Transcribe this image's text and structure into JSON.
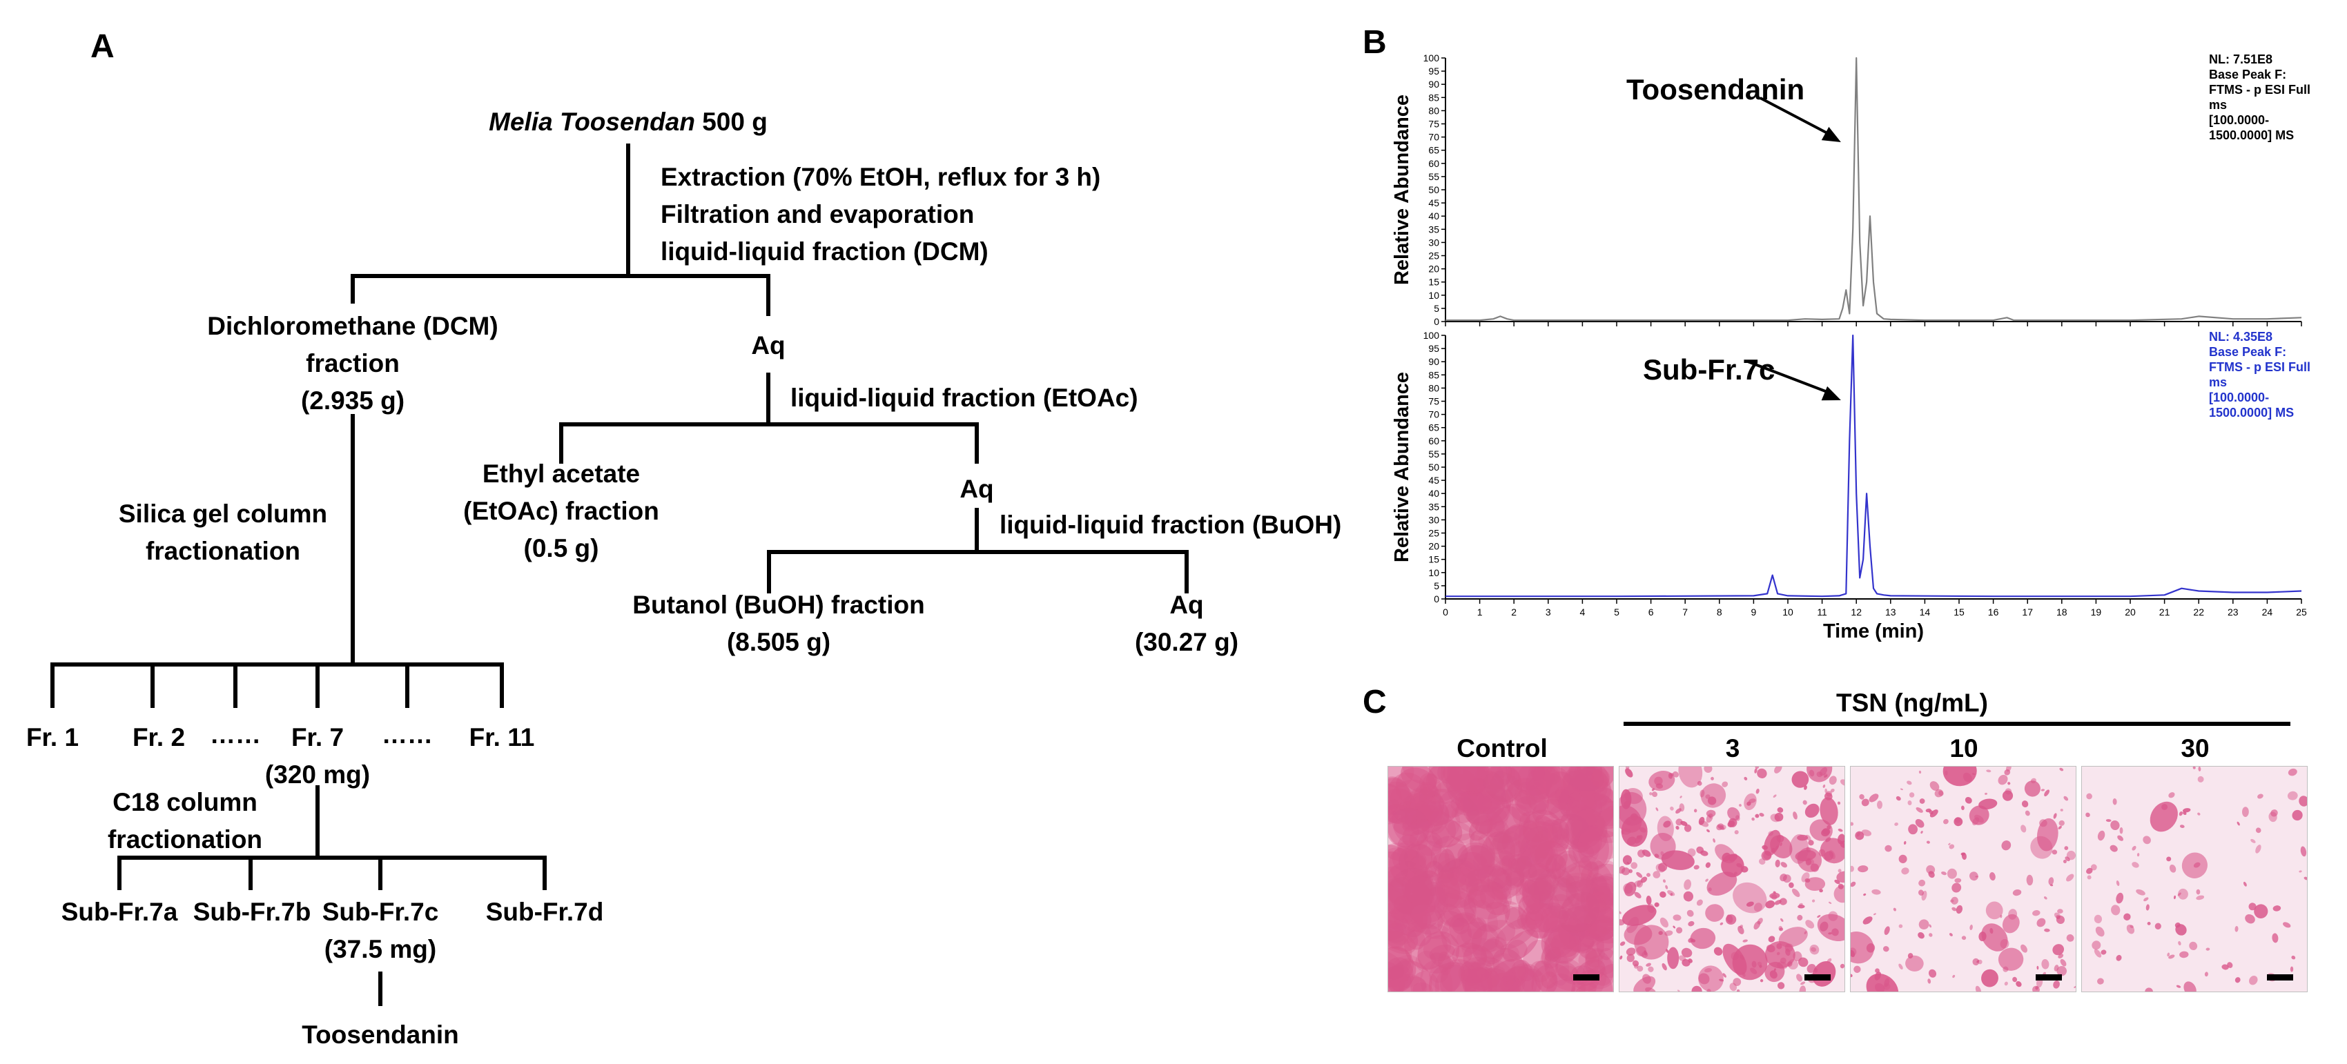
{
  "panel_a": {
    "letter": "A",
    "source_italic": "Melia Toosendan",
    "source_amount": " 500 g",
    "step1": [
      "Extraction (70% EtOH, reflux for 3 h)",
      "Filtration and evaporation",
      "liquid-liquid fraction (DCM)"
    ],
    "dcm_fraction": [
      "Dichloromethane (DCM)",
      "fraction",
      "(2.935 g)"
    ],
    "aq1": "Aq",
    "step_etoac": "liquid-liquid fraction (EtOAc)",
    "etoac_fraction": [
      "Ethyl acetate",
      "(EtOAc) fraction",
      "(0.5 g)"
    ],
    "aq2": "Aq",
    "step_buoh": "liquid-liquid fraction (BuOH)",
    "buoh_fraction": [
      "Butanol (BuOH) fraction",
      "(8.505 g)"
    ],
    "aq3": [
      "Aq",
      "(30.27 g)"
    ],
    "silica_step": [
      "Silica gel column",
      "fractionation"
    ],
    "fractions": [
      "Fr. 1",
      "Fr. 2",
      "……",
      "Fr. 7",
      "……",
      "Fr. 11"
    ],
    "fr7_amount": "(320 mg)",
    "c18_step": [
      "C18 column",
      "fractionation"
    ],
    "subfractions": [
      "Sub-Fr.7a",
      "Sub-Fr.7b",
      "Sub-Fr.7c",
      "Sub-Fr.7d"
    ],
    "subfr7c_amount": "(37.5 mg)",
    "final_product": "Toosendanin"
  },
  "panel_b": {
    "letter": "B",
    "chart_data": {
      "type": "line",
      "xlabel": "Time (min)",
      "ylabel": "Relative Abundance",
      "xlim": [
        0,
        25
      ],
      "ylim": [
        0,
        100
      ],
      "x_ticks": [
        0,
        1,
        2,
        3,
        4,
        5,
        6,
        7,
        8,
        9,
        10,
        11,
        12,
        13,
        14,
        15,
        16,
        17,
        18,
        19,
        20,
        21,
        22,
        23,
        24,
        25
      ],
      "y_ticks": [
        0,
        5,
        10,
        15,
        20,
        25,
        30,
        35,
        40,
        45,
        50,
        55,
        60,
        65,
        70,
        75,
        80,
        85,
        90,
        95,
        100
      ],
      "series": [
        {
          "name": "Toosendanin",
          "color": "#808080",
          "annotation": [
            "NL: 7.51E8",
            "Base Peak F:",
            "FTMS - p ESI Full",
            "ms",
            "[100.0000-",
            "1500.0000]  MS"
          ],
          "x": [
            0,
            1,
            1.4,
            1.6,
            1.8,
            2,
            5,
            10,
            10.5,
            11,
            11.5,
            11.6,
            11.7,
            11.8,
            11.9,
            12.0,
            12.1,
            12.2,
            12.3,
            12.4,
            12.5,
            12.6,
            12.8,
            13,
            14,
            16,
            16.4,
            16.6,
            20,
            21.5,
            22,
            23,
            24,
            25
          ],
          "y": [
            0.5,
            0.5,
            1.0,
            2.0,
            1.0,
            0.5,
            0.5,
            0.5,
            1.0,
            0.8,
            1.0,
            5.0,
            12,
            3,
            35,
            100,
            30,
            6,
            15,
            40,
            15,
            3,
            1,
            0.8,
            0.5,
            0.5,
            1.5,
            0.5,
            0.5,
            1.0,
            2.0,
            1.0,
            1.0,
            1.5
          ]
        },
        {
          "name": "Sub-Fr.7c",
          "color": "#3333cc",
          "annotation": [
            "NL: 4.35E8",
            "Base Peak F:",
            "FTMS - p ESI Full",
            "ms",
            "[100.0000-",
            "1500.0000]  MS"
          ],
          "x": [
            0,
            5,
            9,
            9.4,
            9.55,
            9.7,
            10,
            11,
            11.5,
            11.7,
            11.8,
            11.9,
            12.0,
            12.1,
            12.2,
            12.3,
            12.4,
            12.5,
            12.6,
            12.8,
            13,
            16,
            20,
            21,
            21.5,
            22,
            23,
            24,
            25
          ],
          "y": [
            1.0,
            1.0,
            1.2,
            2.0,
            9.0,
            2.0,
            1.2,
            1.0,
            1.2,
            2.0,
            60,
            100,
            40,
            8,
            15,
            40,
            20,
            4,
            2,
            1.5,
            1.2,
            1.0,
            1.0,
            1.5,
            4.0,
            3.0,
            2.5,
            2.5,
            3.0
          ]
        }
      ]
    }
  },
  "panel_c": {
    "letter": "C",
    "group_label": "TSN (ng/mL)",
    "tiles": [
      {
        "label": "Control",
        "density": "high"
      },
      {
        "label": "3",
        "density": "high"
      },
      {
        "label": "10",
        "density": "medium"
      },
      {
        "label": "30",
        "density": "low"
      }
    ],
    "stain_color": "#d9568a"
  }
}
